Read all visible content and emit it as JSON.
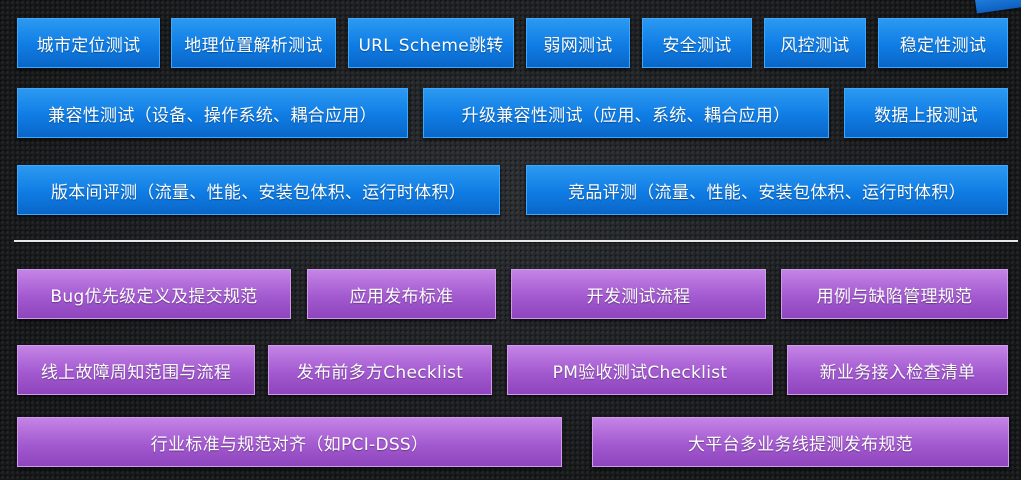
{
  "blue_section": {
    "row1": [
      "城市定位测试",
      "地理位置解析测试",
      "URL Scheme跳转",
      "弱网测试",
      "安全测试",
      "风控测试",
      "稳定性测试"
    ],
    "row2": [
      "兼容性测试（设备、操作系统、耦合应用）",
      "升级兼容性测试（应用、系统、耦合应用）",
      "数据上报测试"
    ],
    "row3": [
      "版本间评测（流量、性能、安装包体积、运行时体积）",
      "竞品评测（流量、性能、安装包体积、运行时体积）"
    ]
  },
  "purple_section": {
    "row1": [
      "Bug优先级定义及提交规范",
      "应用发布标准",
      "开发测试流程",
      "用例与缺陷管理规范"
    ],
    "row2": [
      "线上故障周知范围与流程",
      "发布前多方Checklist",
      "PM验收测试Checklist",
      "新业务接入检查清单"
    ],
    "row3": [
      "行业标准与规范对齐（如PCI-DSS）",
      "大平台多业务线提测发布规范"
    ]
  },
  "colors": {
    "blue_box": "#0f7ce4",
    "purple_box": "#a35ad0",
    "divider": "#e8e8e8",
    "background": "#1a1c1e"
  }
}
